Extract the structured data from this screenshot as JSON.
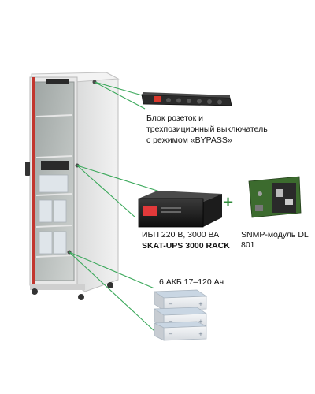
{
  "labels": {
    "pdu_line1": "Блок розеток и",
    "pdu_line2": "трехпозиционный выключатель",
    "pdu_line3": "с режимом «BYPASS»",
    "ups_line1": "ИБП 220 В, 3000 ВА",
    "ups_line2": "SKAT-UPS 3000 RACK",
    "snmp": "SNMP-модуль DL 801",
    "batteries": "6 АКБ 17–120 Ач"
  },
  "plus_sign": "+",
  "colors": {
    "leader_line": "#3aa85a",
    "cabinet_body": "#e9eaea",
    "pdu_switch": "#d9382c",
    "ups_display": "#e2393a",
    "module_board": "#3c6b2e"
  }
}
